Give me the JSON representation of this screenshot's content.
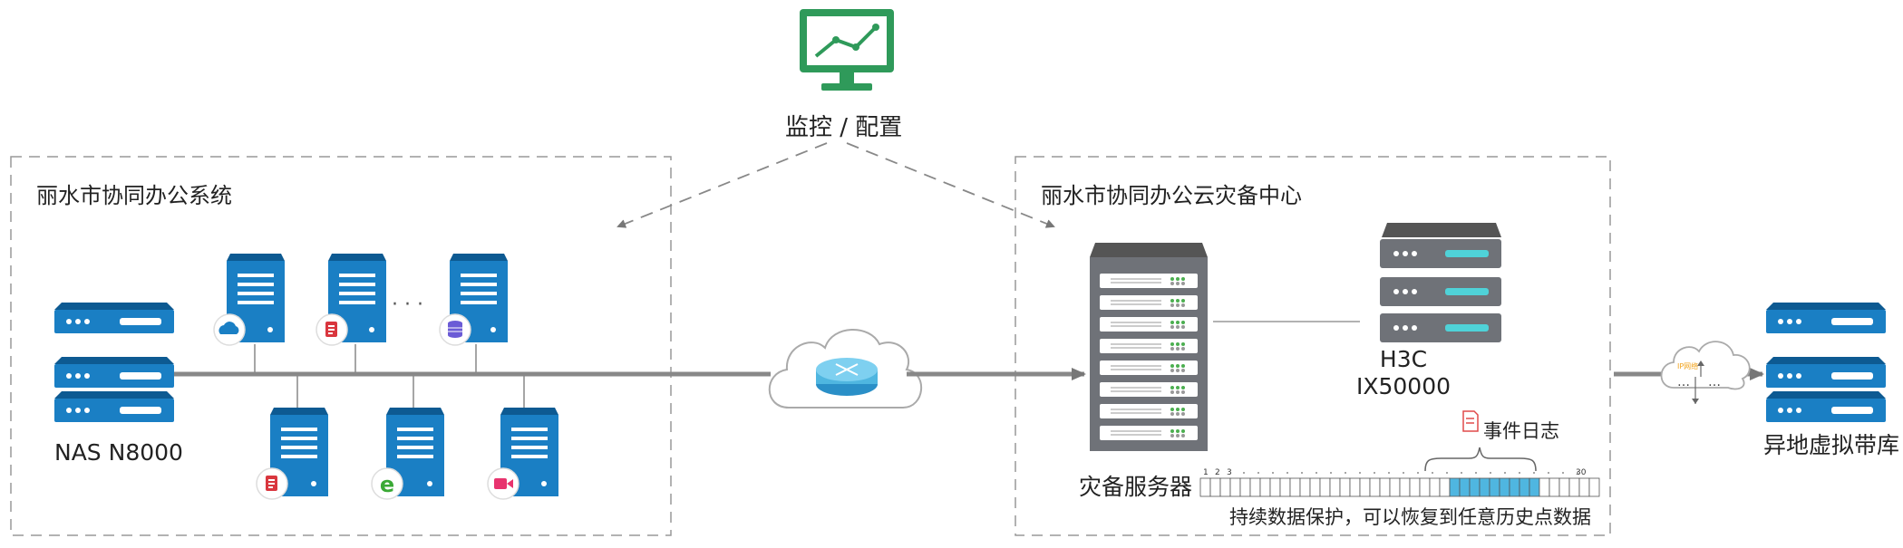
{
  "monitor": {
    "label": "监控 / 配置",
    "icon": "monitor-chart-icon"
  },
  "left_region": {
    "title": "丽水市协同办公系统"
  },
  "right_region": {
    "title": "丽水市协同办公云灾备中心"
  },
  "nas": {
    "label": "NAS N8000",
    "icon": "storage-rack-icon"
  },
  "h3c": {
    "name": "H3C",
    "model": "IX50000",
    "icon": "storage-rack-icon"
  },
  "dr_server": {
    "label": "灾备服务器",
    "icon": "server-rack-icon"
  },
  "event_log": {
    "label": "事件日志",
    "icon": "document-icon"
  },
  "cdp": {
    "caption": "持续数据保护，可以恢复到任意历史点数据",
    "ticks": [
      "1",
      "2",
      "3",
      "30"
    ],
    "total_slots": 40,
    "highlighted_from_slot": 26,
    "highlighted_to_slot": 34
  },
  "tape": {
    "label": "异地虚拟带库",
    "icon": "storage-rack-icon"
  },
  "ip_network": {
    "label": "IP网络",
    "icon": "cloud-icon"
  },
  "cloud_router": {
    "icon": "router-cloud-icon"
  },
  "ellipsis": "· · ·",
  "top_servers": [
    {
      "badge": "cloud-icon"
    },
    {
      "badge": "document-icon"
    },
    {
      "badge": "database-icon"
    }
  ],
  "bottom_servers": [
    {
      "badge": "document-icon"
    },
    {
      "badge": "ie-browser-icon"
    },
    {
      "badge": "video-camera-icon"
    }
  ],
  "colors": {
    "server_blue": "#1a7fc4",
    "server_dark": "#0d5a92",
    "monitor_green": "#2f9a5a",
    "cdp_highlight": "#4fb6e0",
    "line_gray": "#888888",
    "dash_gray": "#999999"
  }
}
